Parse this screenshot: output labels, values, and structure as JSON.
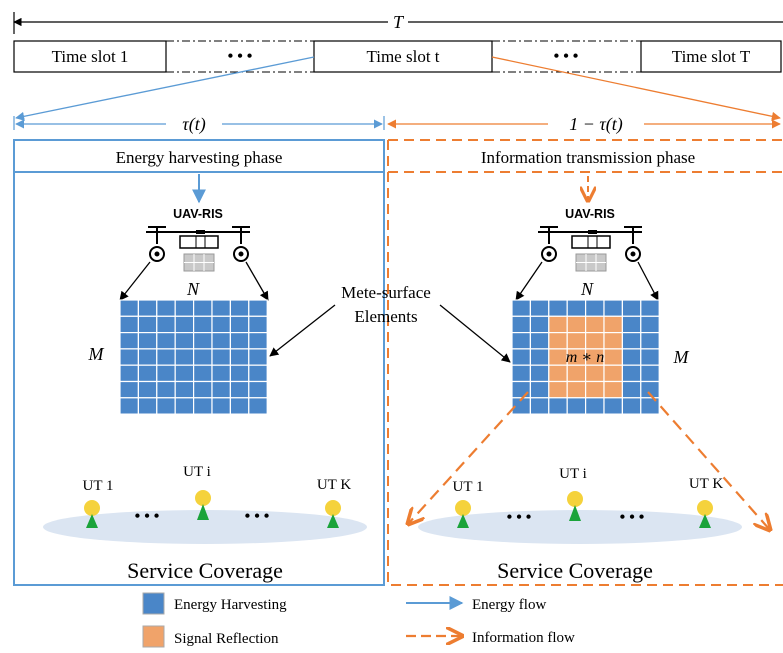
{
  "timeline": {
    "period_label": "T",
    "slots": [
      "Time slot 1",
      "Time slot t",
      "Time slot T"
    ],
    "ellipsis": "• • •"
  },
  "phases": {
    "left": {
      "duration": "τ(t)",
      "name": "Energy harvesting phase"
    },
    "right": {
      "duration": "1 − τ(t)",
      "name": "Information transmission phase"
    }
  },
  "uav_label": "UAV-RIS",
  "grid_labels": {
    "columns": "N",
    "rows": "M",
    "active_block": "m ∗ n"
  },
  "callout": {
    "line1": "Mete-surface",
    "line2": "Elements"
  },
  "users": {
    "first": "UT 1",
    "middle": "UT i",
    "last": "UT K",
    "dots": "• • •"
  },
  "coverage_label": "Service Coverage",
  "legend": {
    "energy_harvesting": "Energy Harvesting",
    "signal_reflection": "Signal Reflection",
    "energy_flow": "Energy flow",
    "information_flow": "Information flow"
  },
  "colors": {
    "energy_blue": "#5b9bd5",
    "info_orange": "#ed7d31",
    "cell_blue": "#4a86c8",
    "cell_orange": "#f0a36a",
    "user_head": "#f5d23c",
    "user_base": "#1aa33a",
    "coverage": "#dbe5f2"
  }
}
